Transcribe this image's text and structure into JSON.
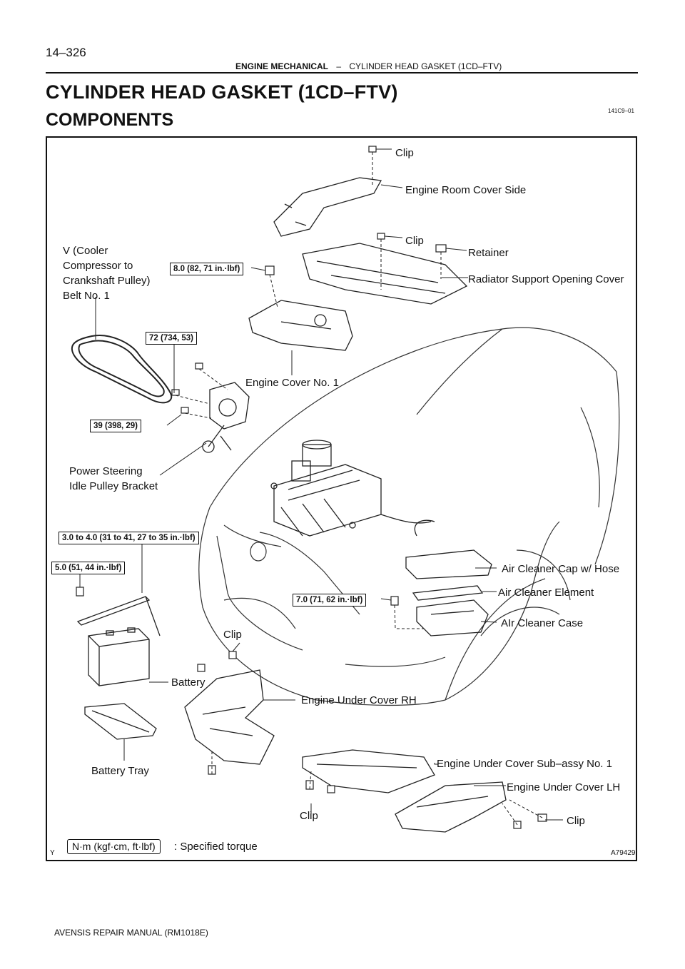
{
  "header": {
    "page_number": "14–326",
    "section": "ENGINE MECHANICAL",
    "separator": "–",
    "topic": "CYLINDER HEAD GASKET (1CD–FTV)"
  },
  "title": "CYLINDER HEAD GASKET (1CD–FTV)",
  "subtitle": "COMPONENTS",
  "doc_code": "141C9–01",
  "figure_id": "A79429",
  "corner_mark": "Y",
  "labels": {
    "clip_top": "Clip",
    "engine_room_cover_side": "Engine Room Cover Side",
    "clip_mid": "Clip",
    "retainer": "Retainer",
    "radiator_support_opening_cover": "Radiator Support Opening Cover",
    "v_belt_line1": "V (Cooler",
    "v_belt_line2": "Compressor to",
    "v_belt_line3": "Crankshaft Pulley)",
    "v_belt_line4": "Belt No. 1",
    "engine_cover_no1": "Engine Cover No. 1",
    "ps_bracket_line1": "Power Steering",
    "ps_bracket_line2": "Idle Pulley Bracket",
    "air_cleaner_cap": "Air Cleaner Cap w/ Hose",
    "air_cleaner_element": "Air Cleaner Element",
    "air_cleaner_case": "AIr Cleaner Case",
    "clip_under": "Clip",
    "battery": "Battery",
    "engine_under_cover_rh": "Engine Under Cover RH",
    "engine_under_cover_sub": "Engine Under Cover Sub–assy No. 1",
    "battery_tray": "Battery Tray",
    "engine_under_cover_lh": "Engine Under Cover LH",
    "clip_bottom_left": "Clip",
    "clip_bottom_right": "Clip"
  },
  "torques": {
    "t1": "8.0 (82, 71 in.·lbf)",
    "t2": "72 (734, 53)",
    "t3": "39 (398, 29)",
    "t4": "3.0 to 4.0 (31 to 41, 27 to 35 in.·lbf)",
    "t5": "5.0 (51, 44 in.·lbf)",
    "t6": "7.0 (71, 62 in.·lbf)"
  },
  "legend": {
    "unit_box": "N·m (kgf·cm, ft·lbf)",
    "meaning": ": Specified torque"
  },
  "footer": "AVENSIS REPAIR MANUAL   (RM1018E)"
}
